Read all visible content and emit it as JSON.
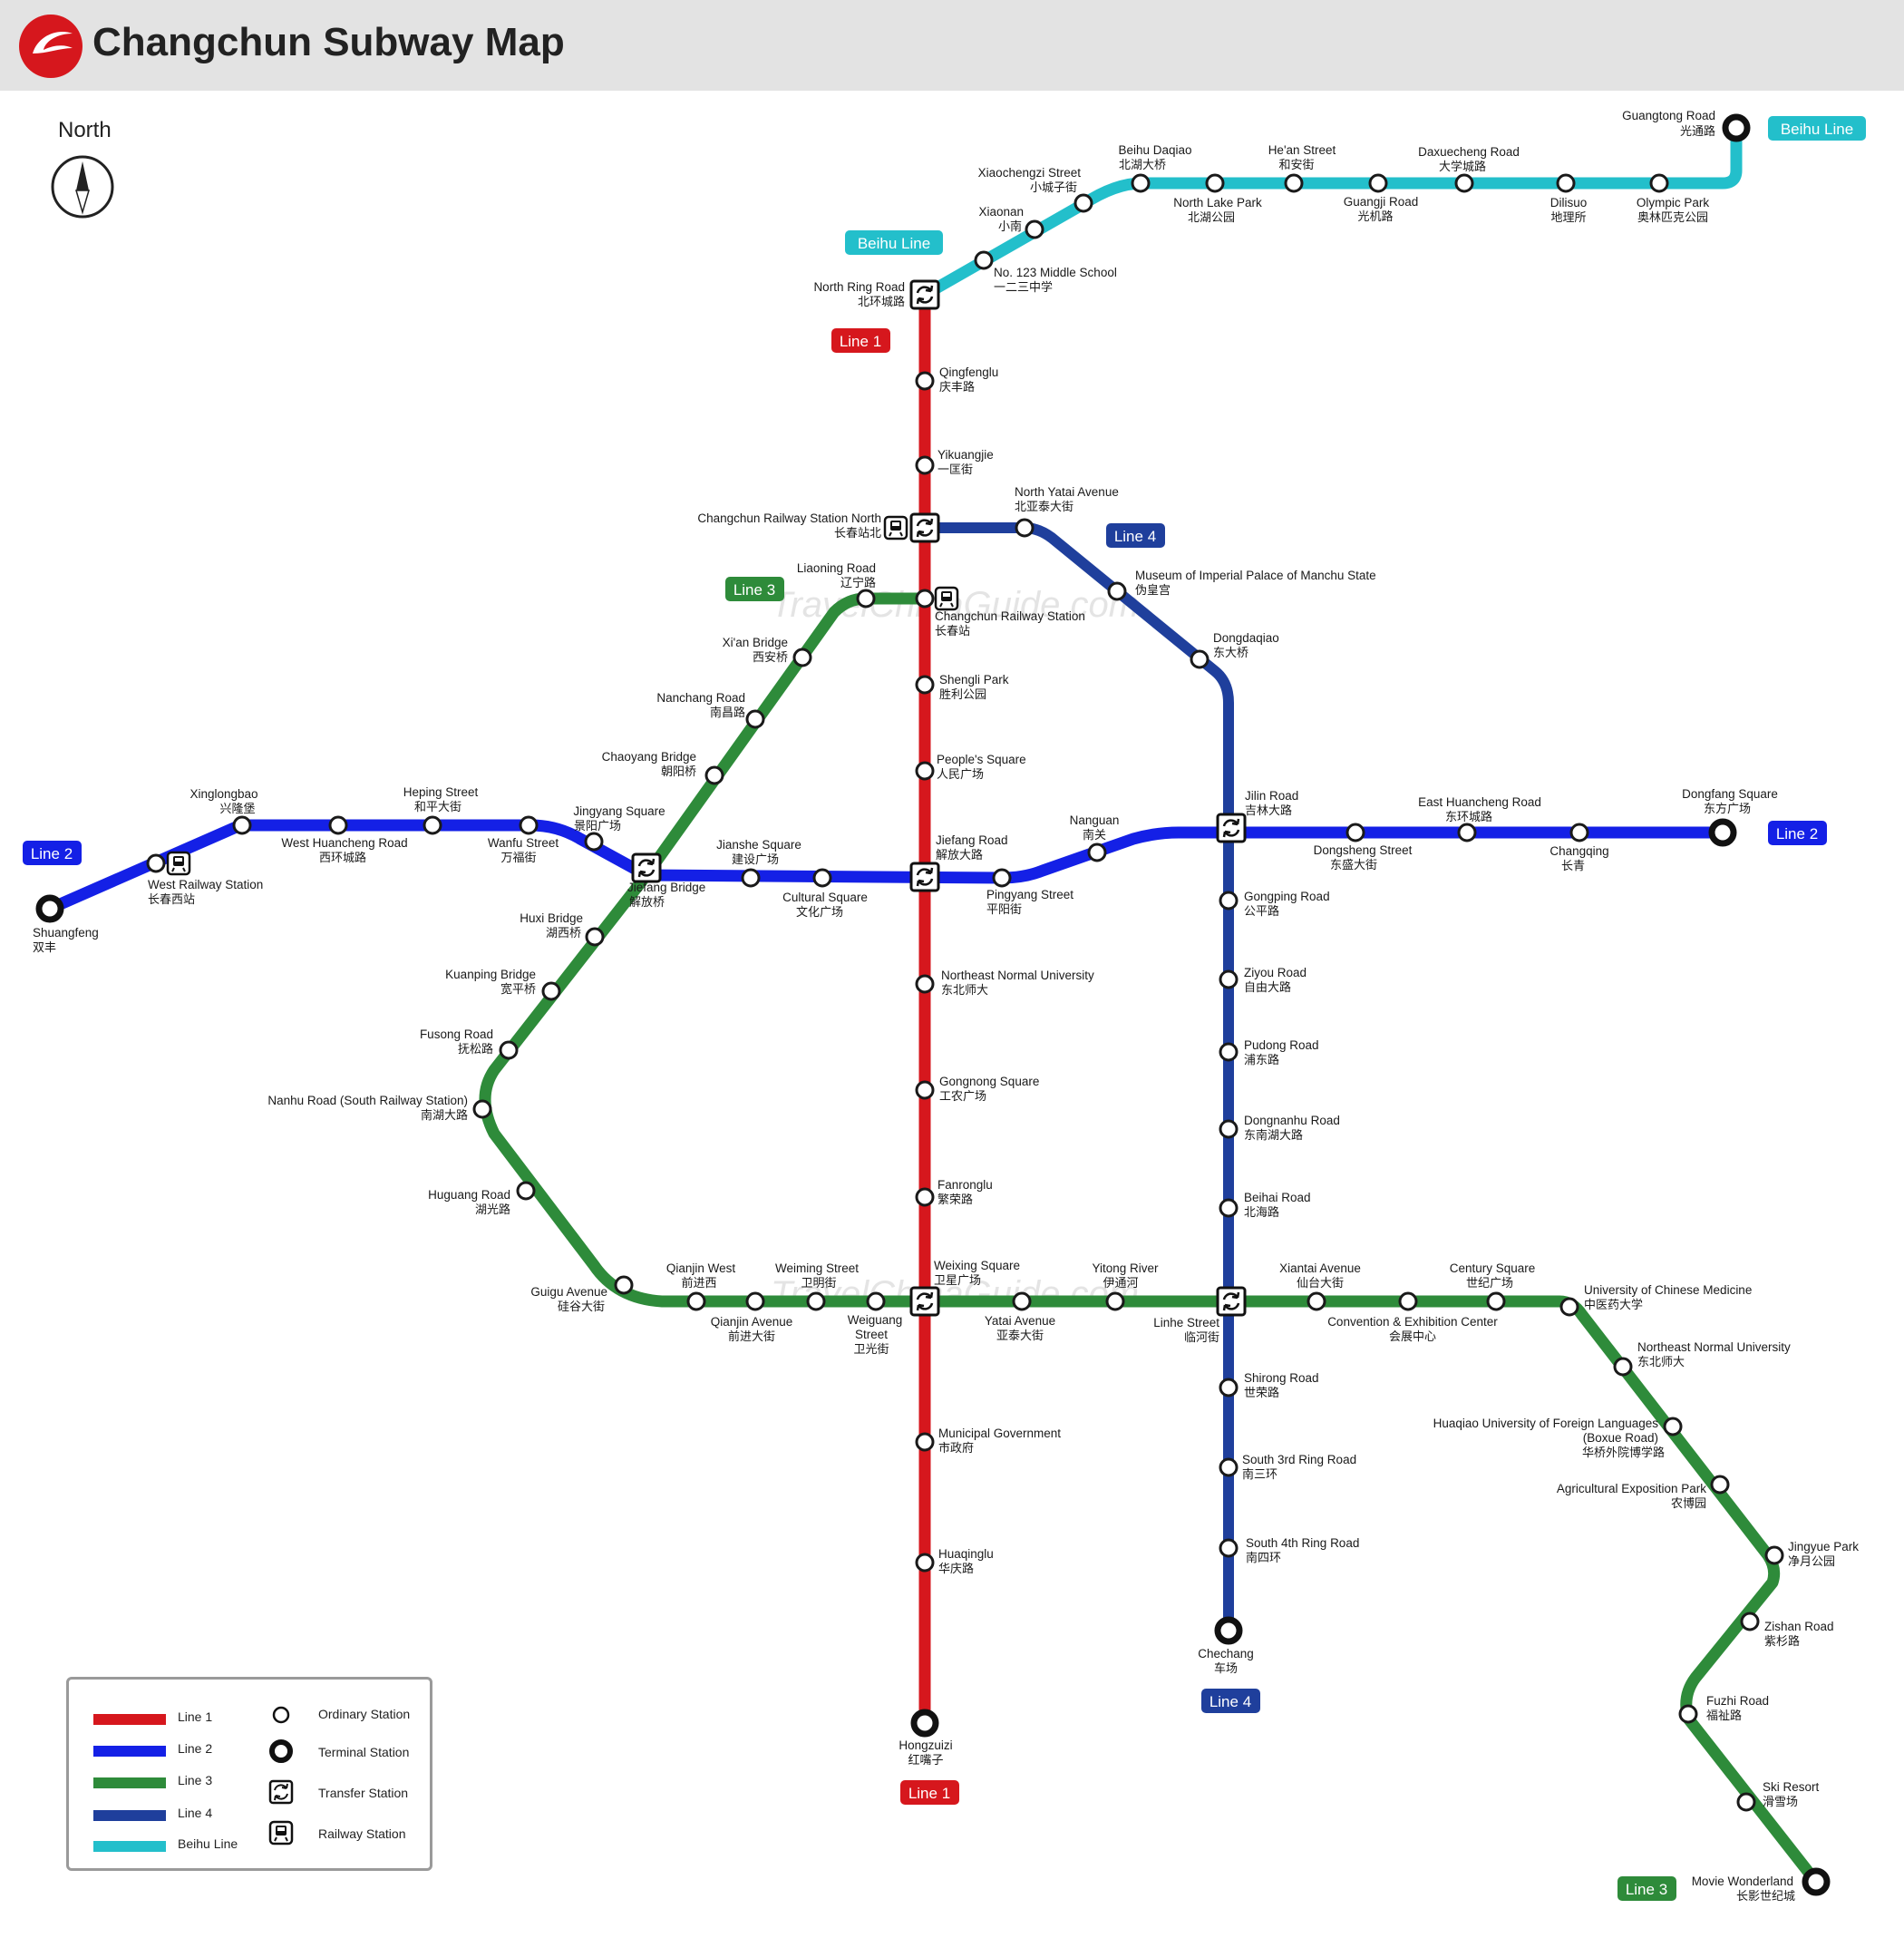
{
  "header": {
    "title": "Changchun Subway Map"
  },
  "compass": {
    "label": "North"
  },
  "watermark": "TravelChinaGuide.com",
  "lines": {
    "line1": {
      "label": "Line 1",
      "color": "#d6171d"
    },
    "line2": {
      "label": "Line 2",
      "color": "#1420e6"
    },
    "line3": {
      "label": "Line 3",
      "color": "#2e8b3a"
    },
    "line4": {
      "label": "Line 4",
      "color": "#1f3f9c"
    },
    "beihu": {
      "label": "Beihu Line",
      "color": "#23bfcb"
    }
  },
  "stations": {
    "guangtong": {
      "en": "Guangtong Road",
      "cn": "光通路"
    },
    "olympic": {
      "en": "Olympic Park",
      "cn": "奥林匹克公园"
    },
    "dilisuo": {
      "en": "Dilisuo",
      "cn": "地理所"
    },
    "daxuecheng": {
      "en": "Daxuecheng Road",
      "cn": "大学城路"
    },
    "guangji": {
      "en": "Guangji Road",
      "cn": "光机路"
    },
    "hean": {
      "en": "He'an Street",
      "cn": "和安街"
    },
    "northlake": {
      "en": "North Lake Park",
      "cn": "北湖公园"
    },
    "beihudaqiao": {
      "en": "Beihu Daqiao",
      "cn": "北湖大桥"
    },
    "xiaochengzi": {
      "en": "Xiaochengzi Street",
      "cn": "小城子街"
    },
    "xiaonan": {
      "en": "Xiaonan",
      "cn": "小南"
    },
    "no123": {
      "en": "No. 123 Middle School",
      "cn": "一二三中学"
    },
    "northring": {
      "en": "North Ring Road",
      "cn": "北环城路"
    },
    "qingfenglu": {
      "en": "Qingfenglu",
      "cn": "庆丰路"
    },
    "yikuangjie": {
      "en": "Yikuangjie",
      "cn": "一匡街"
    },
    "crsnorth": {
      "en": "Changchun Railway Station North",
      "cn": "长春站北"
    },
    "crs": {
      "en": "Changchun Railway Station",
      "cn": "长春站"
    },
    "shengli": {
      "en": "Shengli Park",
      "cn": "胜利公园"
    },
    "peoples": {
      "en": "People's Square",
      "cn": "人民广场"
    },
    "jiefangrd": {
      "en": "Jiefang Road",
      "cn": "解放大路"
    },
    "nenu": {
      "en": "Northeast Normal University",
      "cn": "东北师大"
    },
    "gongnong": {
      "en": "Gongnong Square",
      "cn": "工农广场"
    },
    "fanronglu": {
      "en": "Fanronglu",
      "cn": "繁荣路"
    },
    "weixing": {
      "en": "Weixing Square",
      "cn": "卫星广场"
    },
    "municipal": {
      "en": "Municipal Government",
      "cn": "市政府"
    },
    "huaqinglu": {
      "en": "Huaqinglu",
      "cn": "华庆路"
    },
    "hongzuizi": {
      "en": "Hongzuizi",
      "cn": "红嘴子"
    },
    "shuangfeng": {
      "en": "Shuangfeng",
      "cn": "双丰"
    },
    "westrail": {
      "en": "West Railway Station",
      "cn": "长春西站"
    },
    "xinglongbao": {
      "en": "Xinglongbao",
      "cn": "兴隆堡"
    },
    "westhuan": {
      "en": "West Huancheng Road",
      "cn": "西环城路"
    },
    "heping": {
      "en": "Heping Street",
      "cn": "和平大街"
    },
    "wanfu": {
      "en": "Wanfu Street",
      "cn": "万福街"
    },
    "jingyang": {
      "en": "Jingyang Square",
      "cn": "景阳广场"
    },
    "jiefangbr": {
      "en": "Jiefang Bridge",
      "cn": "解放桥"
    },
    "jianshe": {
      "en": "Jianshe Square",
      "cn": "建设广场"
    },
    "cultural": {
      "en": "Cultural Square",
      "cn": "文化广场"
    },
    "pingyang": {
      "en": "Pingyang Street",
      "cn": "平阳街"
    },
    "nanguan": {
      "en": "Nanguan",
      "cn": "南关"
    },
    "jilin": {
      "en": "Jilin Road",
      "cn": "吉林大路"
    },
    "dongsheng": {
      "en": "Dongsheng Street",
      "cn": "东盛大街"
    },
    "easthuan": {
      "en": "East Huancheng Road",
      "cn": "东环城路"
    },
    "changqing": {
      "en": "Changqing",
      "cn": "长青"
    },
    "dongfang": {
      "en": "Dongfang Square",
      "cn": "东方广场"
    },
    "northyatai": {
      "en": "North Yatai Avenue",
      "cn": "北亚泰大街"
    },
    "museum": {
      "en": "Museum of Imperial Palace of Manchu State",
      "cn": "伪皇宫"
    },
    "dongdaqiao": {
      "en": "Dongdaqiao",
      "cn": "东大桥"
    },
    "gongping": {
      "en": "Gongping Road",
      "cn": "公平路"
    },
    "ziyou": {
      "en": "Ziyou Road",
      "cn": "自由大路"
    },
    "pudong": {
      "en": "Pudong Road",
      "cn": "浦东路"
    },
    "dongnanhu": {
      "en": "Dongnanhu Road",
      "cn": "东南湖大路"
    },
    "beihai": {
      "en": "Beihai Road",
      "cn": "北海路"
    },
    "linhe": {
      "en": "Linhe Street",
      "cn": "临河街"
    },
    "shirong": {
      "en": "Shirong Road",
      "cn": "世荣路"
    },
    "south3": {
      "en": "South 3rd Ring Road",
      "cn": "南三环"
    },
    "south4": {
      "en": "South 4th Ring Road",
      "cn": "南四环"
    },
    "chechang": {
      "en": "Chechang",
      "cn": "车场"
    },
    "liaoning": {
      "en": "Liaoning Road",
      "cn": "辽宁路"
    },
    "xian": {
      "en": "Xi'an Bridge",
      "cn": "西安桥"
    },
    "nanchang": {
      "en": "Nanchang Road",
      "cn": "南昌路"
    },
    "chaoyang": {
      "en": "Chaoyang Bridge",
      "cn": "朝阳桥"
    },
    "huxi": {
      "en": "Huxi Bridge",
      "cn": "湖西桥"
    },
    "kuanping": {
      "en": "Kuanping Bridge",
      "cn": "宽平桥"
    },
    "fusong": {
      "en": "Fusong Road",
      "cn": "抚松路"
    },
    "nanhu": {
      "en": "Nanhu Road (South Railway Station)",
      "cn": "南湖大路"
    },
    "huguang": {
      "en": "Huguang Road",
      "cn": "湖光路"
    },
    "guigu": {
      "en": "Guigu Avenue",
      "cn": "硅谷大街"
    },
    "qianjinwest": {
      "en": "Qianjin West",
      "cn": "前进西"
    },
    "qianjinave": {
      "en": "Qianjin Avenue",
      "cn": "前进大街"
    },
    "weiming": {
      "en": "Weiming Street",
      "cn": "卫明街"
    },
    "weiguang1": {
      "en": "Weiguang",
      "cn": ""
    },
    "weiguang2": {
      "en": "Street",
      "cn": "卫光街"
    },
    "yitong": {
      "en": "Yitong River",
      "cn": "伊通河"
    },
    "yatai": {
      "en": "Yatai Avenue",
      "cn": "亚泰大街"
    },
    "xiantai": {
      "en": "Xiantai Avenue",
      "cn": "仙台大街"
    },
    "convention": {
      "en": "Convention & Exhibition Center",
      "cn": "会展中心"
    },
    "century": {
      "en": "Century Square",
      "cn": "世纪广场"
    },
    "uchm": {
      "en": "University of Chinese Medicine",
      "cn": "中医药大学"
    },
    "nenu2": {
      "en": "Northeast Normal University",
      "cn": "东北师大"
    },
    "huaqiao1": {
      "en": "Huaqiao University of Foreign Languages",
      "cn": ""
    },
    "huaqiao2": {
      "en": "(Boxue Road)",
      "cn": "华桥外院博学路"
    },
    "agri": {
      "en": "Agricultural Exposition Park",
      "cn": "农博园"
    },
    "jingyue": {
      "en": "Jingyue Park",
      "cn": "净月公园"
    },
    "zishan": {
      "en": "Zishan Road",
      "cn": "紫杉路"
    },
    "fuzhi": {
      "en": "Fuzhi Road",
      "cn": "福祉路"
    },
    "ski": {
      "en": "Ski Resort",
      "cn": "滑雪场"
    },
    "movie": {
      "en": "Movie Wonderland",
      "cn": "长影世纪城"
    }
  },
  "legend": {
    "line1": "Line 1",
    "line2": "Line 2",
    "line3": "Line 3",
    "line4": "Line 4",
    "beihu": "Beihu Line",
    "ordinary": "Ordinary Station",
    "terminal": "Terminal Station",
    "transfer": "Transfer Station",
    "railway": "Railway Station"
  }
}
